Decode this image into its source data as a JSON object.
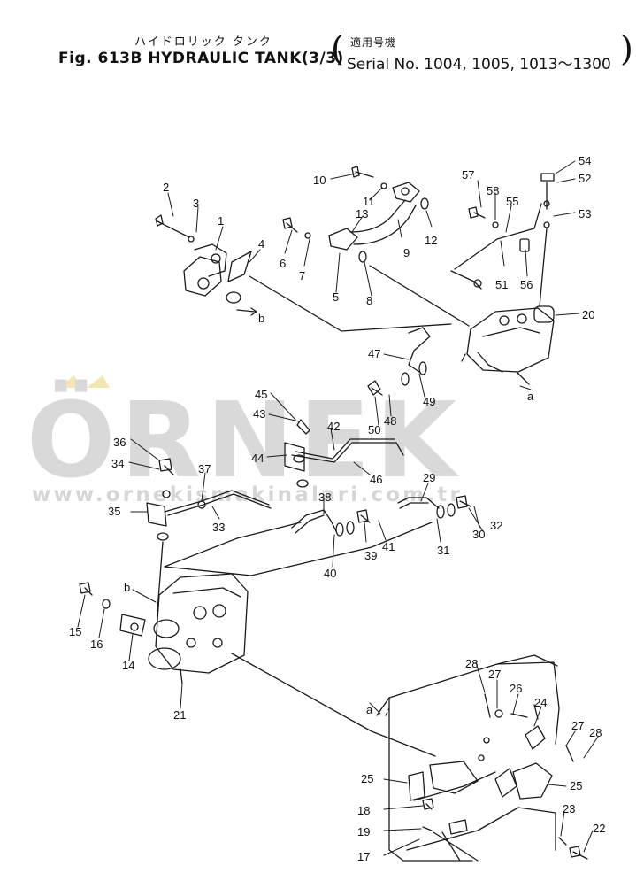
{
  "header": {
    "japanese_title": "ハイドロリック タンク",
    "figure_title": "Fig. 613B HYDRAULIC TANK(3/3)",
    "applicability_jp": "適用号機",
    "serial_range": "Serial No. 1004, 1005, 1013～1300"
  },
  "watermark": {
    "logo_text": "ÖRNEK",
    "url_text": "www.ornekismakinalari.com.tr"
  },
  "part_labels": [
    "1",
    "2",
    "3",
    "4",
    "5",
    "6",
    "7",
    "8",
    "9",
    "10",
    "11",
    "12",
    "13",
    "14",
    "15",
    "16",
    "17",
    "18",
    "19",
    "20",
    "21",
    "22",
    "23",
    "24",
    "25",
    "26",
    "27",
    "28",
    "29",
    "30",
    "31",
    "32",
    "33",
    "34",
    "35",
    "36",
    "37",
    "38",
    "39",
    "40",
    "41",
    "42",
    "43",
    "44",
    "45",
    "46",
    "47",
    "48",
    "49",
    "50",
    "51",
    "52",
    "53",
    "54",
    "55",
    "56",
    "57",
    "58"
  ],
  "reference_letters": [
    "a",
    "b"
  ],
  "colors": {
    "line": "#1a1a1a",
    "watermark_gray": "#cfcfcf",
    "watermark_accent": "#f2e3a0"
  }
}
